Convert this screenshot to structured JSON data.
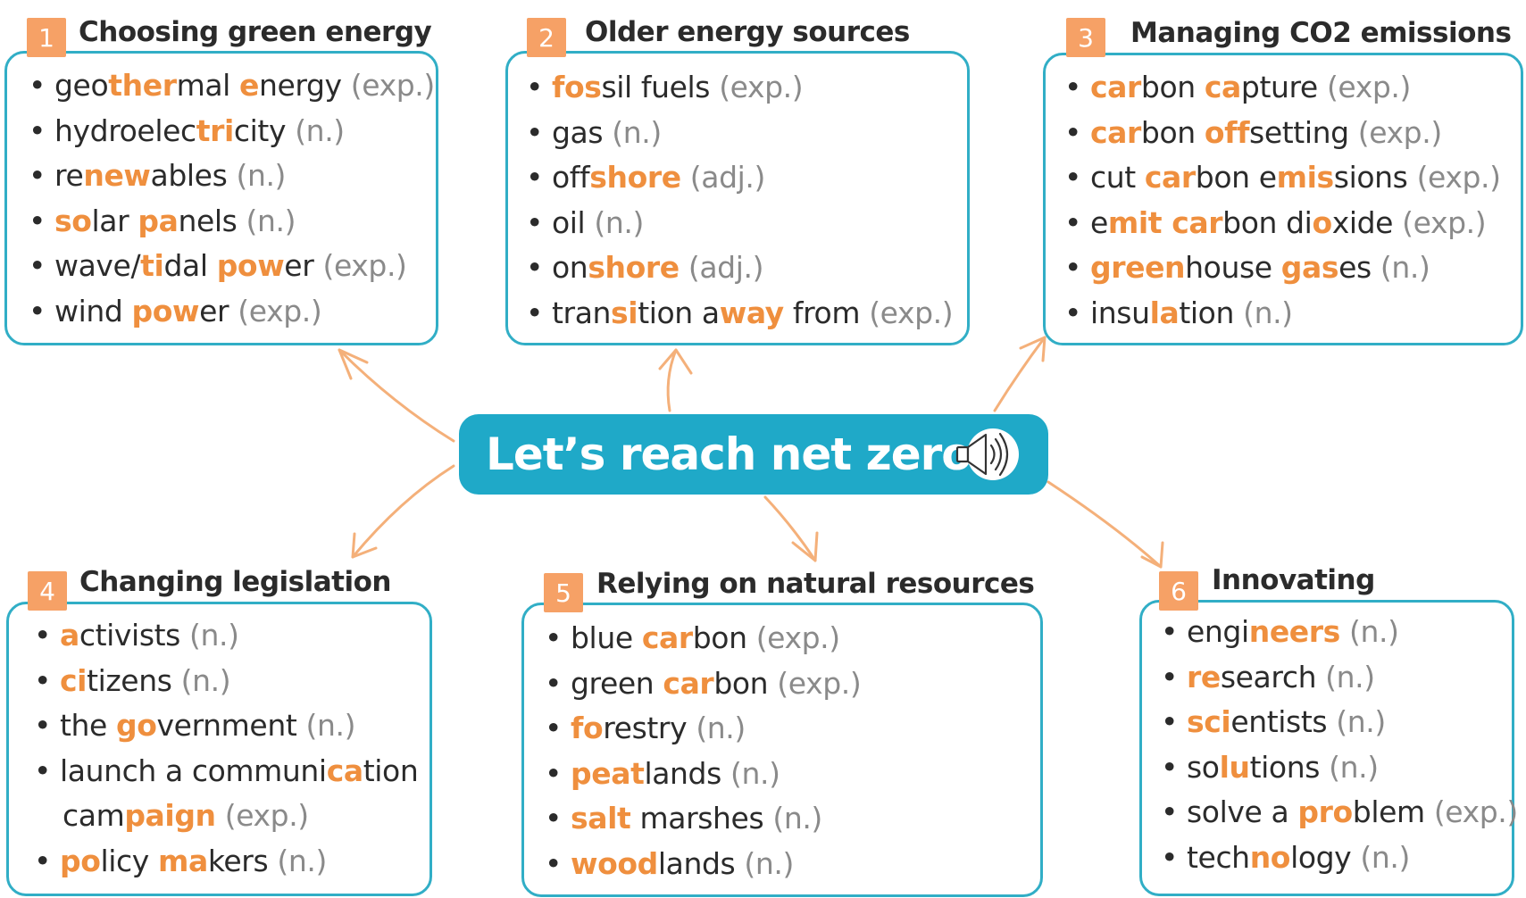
{
  "center": {
    "title": "Let’s reach net zero!",
    "icon": "speaker-icon"
  },
  "colors": {
    "accent": "#ef8f3e",
    "frame": "#31aec6",
    "center": "#1fa9c8",
    "badge": "#f6a166"
  },
  "sections": [
    {
      "num": "1",
      "title": "Choosing green energy",
      "items": [
        {
          "parts": [
            [
              "geo",
              0
            ],
            [
              "ther",
              1
            ],
            [
              "mal ",
              0
            ],
            [
              "e",
              1
            ],
            [
              "nergy",
              0
            ]
          ],
          "pos": "(exp.)"
        },
        {
          "parts": [
            [
              "hydroelec",
              0
            ],
            [
              "tri",
              1
            ],
            [
              "city",
              0
            ]
          ],
          "pos": "(n.)"
        },
        {
          "parts": [
            [
              "re",
              0
            ],
            [
              "new",
              1
            ],
            [
              "ables",
              0
            ]
          ],
          "pos": "(n.)"
        },
        {
          "parts": [
            [
              "so",
              1
            ],
            [
              "lar ",
              0
            ],
            [
              "pa",
              1
            ],
            [
              "nels",
              0
            ]
          ],
          "pos": "(n.)"
        },
        {
          "parts": [
            [
              "wave/",
              0
            ],
            [
              "ti",
              1
            ],
            [
              "dal ",
              0
            ],
            [
              "pow",
              1
            ],
            [
              "er",
              0
            ]
          ],
          "pos": "(exp.)"
        },
        {
          "parts": [
            [
              "wind ",
              0
            ],
            [
              "pow",
              1
            ],
            [
              "er",
              0
            ]
          ],
          "pos": "(exp.)"
        }
      ]
    },
    {
      "num": "2",
      "title": "Older energy sources",
      "items": [
        {
          "parts": [
            [
              "fos",
              1
            ],
            [
              "sil fuels",
              0
            ]
          ],
          "pos": "(exp.)"
        },
        {
          "parts": [
            [
              "gas",
              0
            ]
          ],
          "pos": "(n.)"
        },
        {
          "parts": [
            [
              "off",
              0
            ],
            [
              "shore",
              1
            ]
          ],
          "pos": "(adj.)"
        },
        {
          "parts": [
            [
              "oil",
              0
            ]
          ],
          "pos": "(n.)"
        },
        {
          "parts": [
            [
              "on",
              0
            ],
            [
              "shore",
              1
            ]
          ],
          "pos": "(adj.)"
        },
        {
          "parts": [
            [
              "tran",
              0
            ],
            [
              "si",
              1
            ],
            [
              "tion a",
              0
            ],
            [
              "way",
              1
            ],
            [
              " from",
              0
            ]
          ],
          "pos": "(exp.)"
        }
      ]
    },
    {
      "num": "3",
      "title": "Managing CO2 emissions",
      "items": [
        {
          "parts": [
            [
              "car",
              1
            ],
            [
              "bon ",
              0
            ],
            [
              "ca",
              1
            ],
            [
              "pture",
              0
            ]
          ],
          "pos": "(exp.)"
        },
        {
          "parts": [
            [
              "car",
              1
            ],
            [
              "bon ",
              0
            ],
            [
              "off",
              1
            ],
            [
              "setting",
              0
            ]
          ],
          "pos": "(exp.)"
        },
        {
          "parts": [
            [
              "cut ",
              0
            ],
            [
              "car",
              1
            ],
            [
              "bon e",
              0
            ],
            [
              "mis",
              1
            ],
            [
              "sions",
              0
            ]
          ],
          "pos": "(exp.)"
        },
        {
          "parts": [
            [
              "e",
              0
            ],
            [
              "mit car",
              1
            ],
            [
              "bon di",
              0
            ],
            [
              "o",
              1
            ],
            [
              "xide",
              0
            ]
          ],
          "pos": "(exp.)"
        },
        {
          "parts": [
            [
              "green",
              1
            ],
            [
              "house ",
              0
            ],
            [
              "gas",
              1
            ],
            [
              "es",
              0
            ]
          ],
          "pos": "(n.)"
        },
        {
          "parts": [
            [
              "insu",
              0
            ],
            [
              "la",
              1
            ],
            [
              "tion",
              0
            ]
          ],
          "pos": "(n.)"
        }
      ]
    },
    {
      "num": "4",
      "title": "Changing legislation",
      "items": [
        {
          "parts": [
            [
              "a",
              1
            ],
            [
              "ctivists",
              0
            ]
          ],
          "pos": "(n.)"
        },
        {
          "parts": [
            [
              "ci",
              1
            ],
            [
              "tizens",
              0
            ]
          ],
          "pos": "(n.)"
        },
        {
          "parts": [
            [
              "the ",
              0
            ],
            [
              "go",
              1
            ],
            [
              "vernment",
              0
            ]
          ],
          "pos": "(n.)"
        },
        {
          "parts": [
            [
              "launch a communi",
              0
            ],
            [
              "ca",
              1
            ],
            [
              "tion",
              0
            ]
          ],
          "pos": ""
        },
        {
          "parts": [
            [
              "cam",
              0
            ],
            [
              "paign",
              1
            ]
          ],
          "pos": "(exp.)",
          "cont": true
        },
        {
          "parts": [
            [
              "po",
              1
            ],
            [
              "licy ",
              0
            ],
            [
              "ma",
              1
            ],
            [
              "kers",
              0
            ]
          ],
          "pos": "(n.)"
        }
      ]
    },
    {
      "num": "5",
      "title": "Relying on natural resources",
      "items": [
        {
          "parts": [
            [
              "blue ",
              0
            ],
            [
              "car",
              1
            ],
            [
              "bon",
              0
            ]
          ],
          "pos": "(exp.)"
        },
        {
          "parts": [
            [
              "green ",
              0
            ],
            [
              "car",
              1
            ],
            [
              "bon",
              0
            ]
          ],
          "pos": "(exp.)"
        },
        {
          "parts": [
            [
              "fo",
              1
            ],
            [
              "restry",
              0
            ]
          ],
          "pos": "(n.)"
        },
        {
          "parts": [
            [
              "peat",
              1
            ],
            [
              "lands",
              0
            ]
          ],
          "pos": "(n.)"
        },
        {
          "parts": [
            [
              "salt",
              1
            ],
            [
              " marshes",
              0
            ]
          ],
          "pos": "(n.)"
        },
        {
          "parts": [
            [
              "wood",
              1
            ],
            [
              "lands",
              0
            ]
          ],
          "pos": "(n.)"
        }
      ]
    },
    {
      "num": "6",
      "title": "Innovating",
      "items": [
        {
          "parts": [
            [
              "engi",
              0
            ],
            [
              "neers",
              1
            ]
          ],
          "pos": "(n.)"
        },
        {
          "parts": [
            [
              "re",
              1
            ],
            [
              "search",
              0
            ]
          ],
          "pos": "(n.)"
        },
        {
          "parts": [
            [
              "sci",
              1
            ],
            [
              "entists",
              0
            ]
          ],
          "pos": "(n.)"
        },
        {
          "parts": [
            [
              "so",
              0
            ],
            [
              "lu",
              1
            ],
            [
              "tions",
              0
            ]
          ],
          "pos": "(n.)"
        },
        {
          "parts": [
            [
              "solve a ",
              0
            ],
            [
              "pro",
              1
            ],
            [
              "blem",
              0
            ]
          ],
          "pos": "(exp.)"
        },
        {
          "parts": [
            [
              "tech",
              0
            ],
            [
              "no",
              1
            ],
            [
              "logy",
              0
            ]
          ],
          "pos": "(n.)"
        }
      ]
    }
  ]
}
